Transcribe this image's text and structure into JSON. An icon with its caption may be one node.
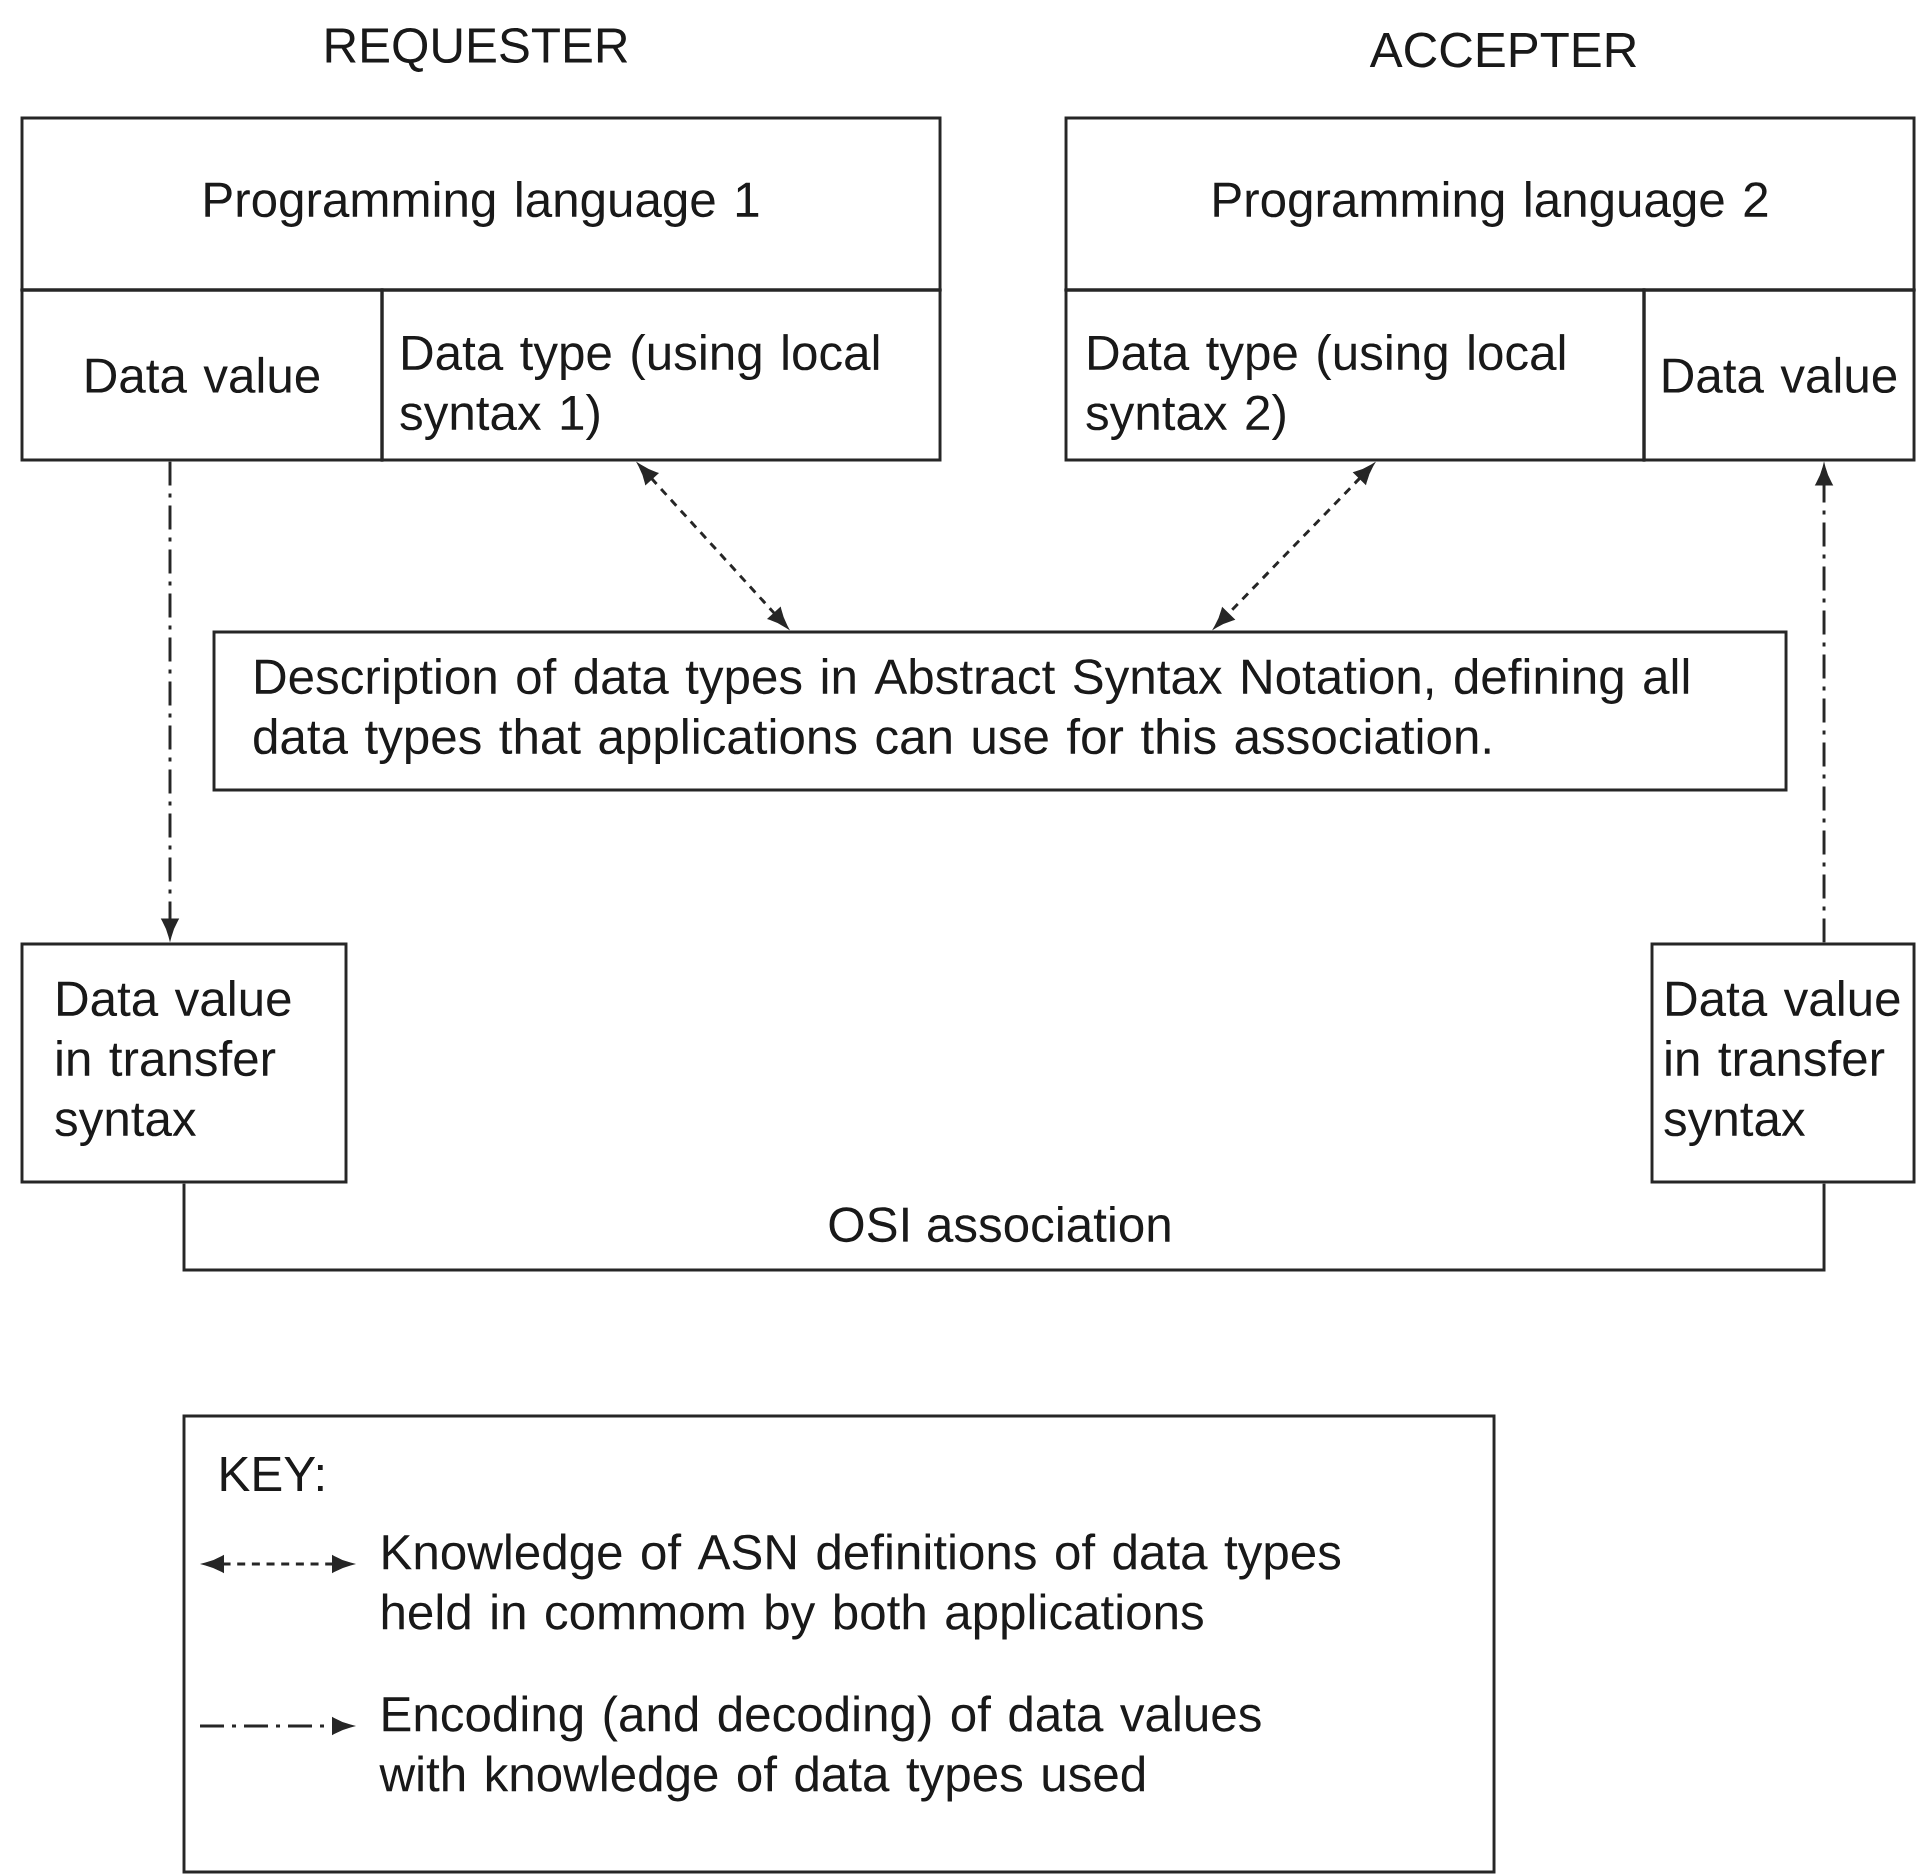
{
  "diagram": {
    "nodes": [
      {
        "text": [
          "Programming language 1"
        ]
      },
      {
        "text": [
          "Data value"
        ]
      },
      {
        "text": [
          "Data type (using local syntax 1)"
        ]
      },
      {
        "text": [
          "Programming language 2"
        ]
      },
      {
        "text": [
          "Data type (using local syntax 2)"
        ]
      },
      {
        "text": [
          "Data value"
        ]
      },
      {
        "text": [
          "Description of data types in Abstract Syntax Notation, defining all data types that applications can use for this association."
        ]
      },
      {
        "text": [
          "Data value in transfer syntax"
        ]
      },
      {
        "text": [
          "Data value in transfer syntax"
        ]
      }
    ],
    "edges": [
      {
        "from": 2,
        "to": 6,
        "arrow": "both",
        "style": "dashed"
      },
      {
        "from": 4,
        "to": 6,
        "arrow": "both",
        "style": "dashed"
      },
      {
        "from": 1,
        "to": 7,
        "arrow": "to",
        "style": "dashed"
      },
      {
        "from": 8,
        "to": 5,
        "arrow": "to",
        "style": "dashed"
      },
      {
        "from": 7,
        "to": 8,
        "arrow": "none",
        "label": "OSI association"
      }
    ],
    "labels": [
      "REQUESTER",
      "ACCEPTER",
      "KEY:"
    ],
    "legend": [
      {
        "text": "Knowledge of ASN definitions of data types held in commom by both applications"
      },
      {
        "text": "Encoding (and decoding) of data values with knowledge of data types used"
      }
    ]
  }
}
